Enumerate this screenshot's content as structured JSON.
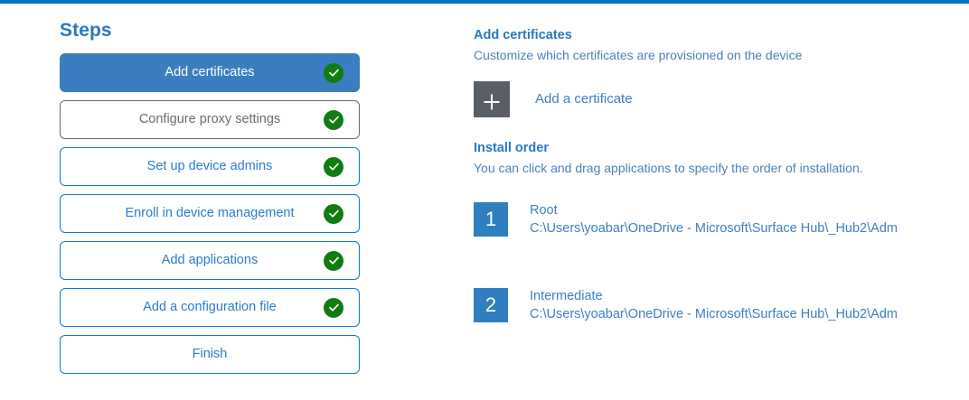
{
  "theme": {
    "accent_blue": "#0072c6",
    "link_blue": "#3c7fc4",
    "selected_step_bg": "#3a7ebf",
    "check_green": "#107c10",
    "badge_blue": "#2f7ec0",
    "add_button_gray": "#5a5f66"
  },
  "steps_panel": {
    "title": "Steps",
    "items": [
      {
        "label": "Add certificates",
        "state": "selected",
        "completed": true,
        "icon": "check-circle-icon"
      },
      {
        "label": "Configure proxy settings",
        "state": "outline-gray",
        "completed": true,
        "icon": "check-circle-icon"
      },
      {
        "label": "Set up device admins",
        "state": "outline-blue",
        "completed": true,
        "icon": "check-circle-icon"
      },
      {
        "label": "Enroll in device management",
        "state": "outline-blue",
        "completed": true,
        "icon": "check-circle-icon"
      },
      {
        "label": "Add applications",
        "state": "outline-blue",
        "completed": true,
        "icon": "check-circle-icon"
      },
      {
        "label": "Add a configuration file",
        "state": "outline-blue",
        "completed": true,
        "icon": "check-circle-icon"
      },
      {
        "label": "Finish",
        "state": "outline-blue",
        "completed": false,
        "icon": ""
      }
    ]
  },
  "detail_panel": {
    "heading": "Add certificates",
    "subheading": "Customize which certificates are provisioned on the device",
    "add_certificate": {
      "icon": "plus-icon",
      "label": "Add a certificate"
    },
    "install_order": {
      "heading": "Install order",
      "subheading": "You can click and drag applications to specify the order of installation.",
      "items": [
        {
          "number": "1",
          "name": "Root",
          "path": "C:\\Users\\yoabar\\OneDrive - Microsoft\\Surface Hub\\_Hub2\\Adm"
        },
        {
          "number": "2",
          "name": "Intermediate",
          "path": "C:\\Users\\yoabar\\OneDrive - Microsoft\\Surface Hub\\_Hub2\\Adm"
        }
      ]
    }
  }
}
